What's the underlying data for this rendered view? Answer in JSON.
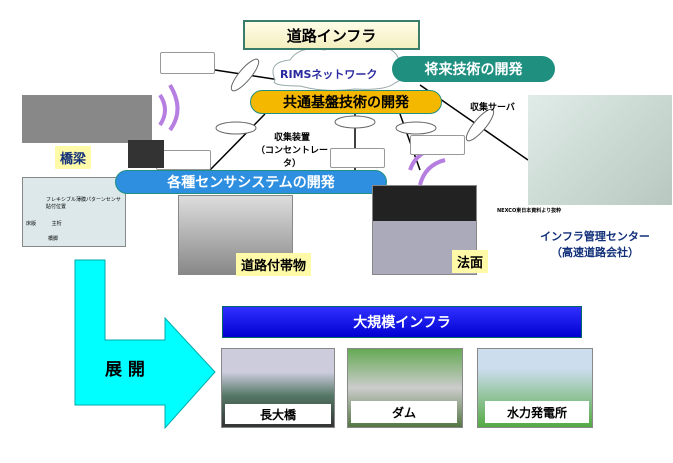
{
  "top_title": "道路インフラ",
  "network": {
    "label": "RIMSネットワーク",
    "server": "収集サーバ",
    "concentrator_line1": "収集装置",
    "concentrator_line2": "（コンセントレータ）"
  },
  "pills": {
    "future": "将来技術の開発",
    "common": "共通基盤技術の開発",
    "sensor": "各種センサシステムの開発"
  },
  "targets": {
    "bridge": "橋梁",
    "accessory": "道路付帯物",
    "slope": "法面"
  },
  "bridge_figure": {
    "sensor_note": "フレキシブル薄膜パターンセンサ貼付位置",
    "deck": "床版",
    "girder": "主桁",
    "pier": "橋脚"
  },
  "center": {
    "credit": "NEXCO東日本資料より抜粋",
    "line1": "インフラ管理センター",
    "line2": "（高速道路会社）"
  },
  "arrow_label": "展 開",
  "large": {
    "title": "大規模インフラ",
    "items": [
      "長大橋",
      "ダム",
      "水力発電所"
    ]
  },
  "colors": {
    "future": "#1f8f80",
    "common": "#f5b800",
    "sensor": "#2e8ee0",
    "large": "#0a0ae0",
    "arrow": "#00ffff"
  }
}
